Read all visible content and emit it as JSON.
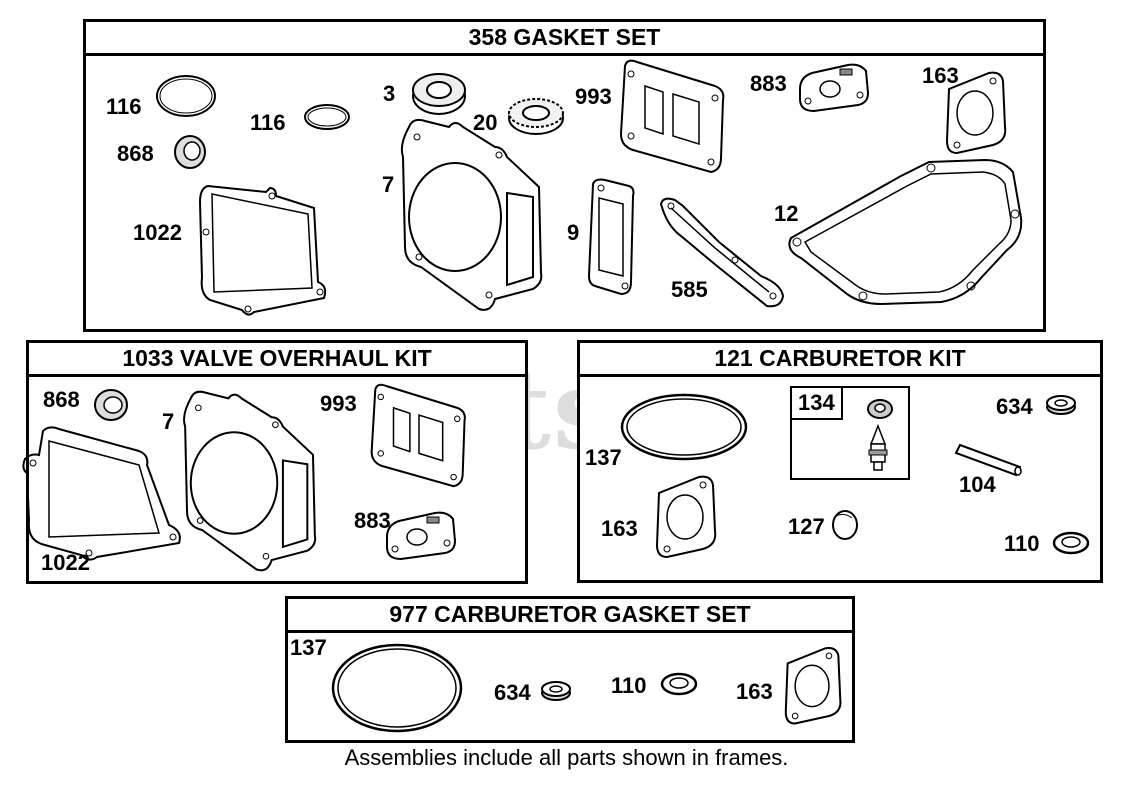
{
  "watermark": "PartsTree",
  "footer_note": "Assemblies include all parts shown in frames.",
  "frames": {
    "gasket_set": {
      "title": "358 GASKET SET",
      "labels": {
        "p116a": "116",
        "p116b": "116",
        "p868": "868",
        "p1022": "1022",
        "p3": "3",
        "p20": "20",
        "p7": "7",
        "p993": "993",
        "p9": "9",
        "p883": "883",
        "p163": "163",
        "p585": "585",
        "p12": "12"
      }
    },
    "valve_kit": {
      "title": "1033 VALVE OVERHAUL KIT",
      "labels": {
        "p868": "868",
        "p7": "7",
        "p993": "993",
        "p883": "883",
        "p1022": "1022"
      }
    },
    "carb_kit": {
      "title": "121 CARBURETOR KIT",
      "sub_kit_label": "134",
      "labels": {
        "p137": "137",
        "p634": "634",
        "p104": "104",
        "p163": "163",
        "p127": "127",
        "p110": "110"
      }
    },
    "carb_gasket_set": {
      "title": "977 CARBURETOR  GASKET SET",
      "labels": {
        "p137": "137",
        "p634": "634",
        "p110": "110",
        "p163": "163"
      }
    }
  }
}
